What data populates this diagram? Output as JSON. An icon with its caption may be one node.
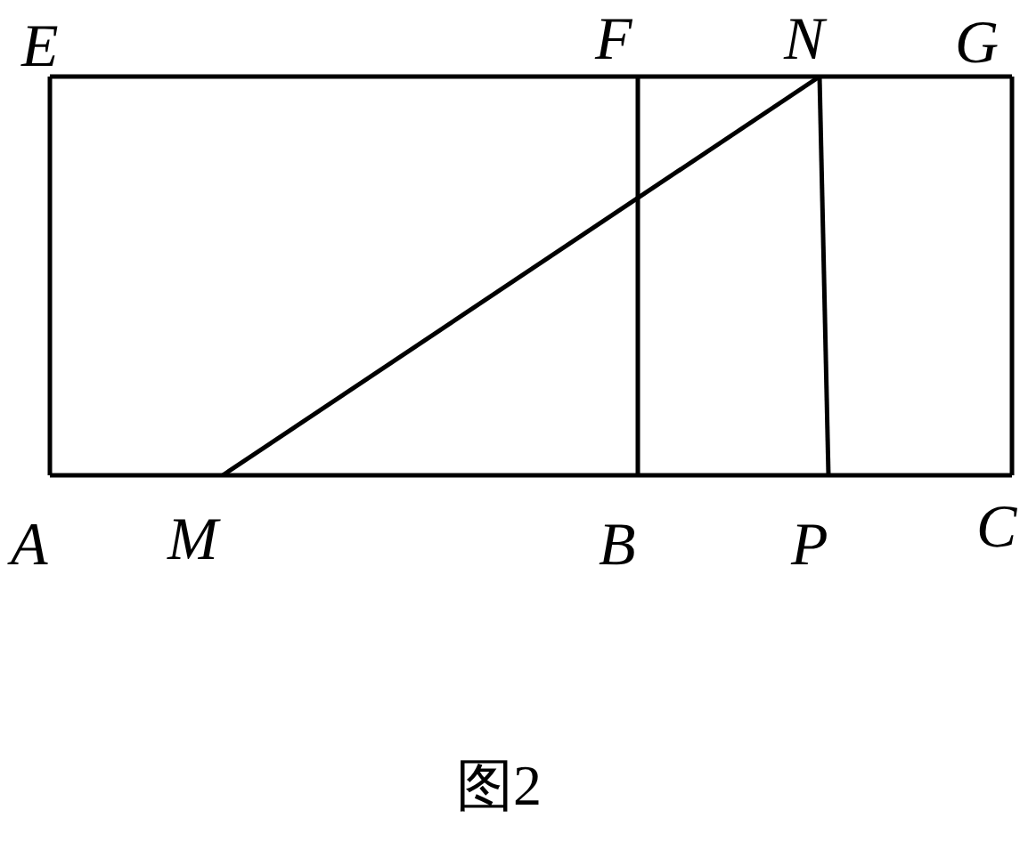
{
  "diagram": {
    "caption": "图2",
    "nodes": [
      {
        "text": [
          "E"
        ]
      },
      {
        "text": [
          "F"
        ]
      },
      {
        "text": [
          "N"
        ]
      },
      {
        "text": [
          "G"
        ]
      },
      {
        "text": [
          "A"
        ]
      },
      {
        "text": [
          "M"
        ]
      },
      {
        "text": [
          "B"
        ]
      },
      {
        "text": [
          "P"
        ]
      },
      {
        "text": [
          "C"
        ]
      }
    ],
    "edges": [
      {
        "from": 0,
        "to": 1,
        "arrow": "none"
      },
      {
        "from": 1,
        "to": 2,
        "arrow": "none"
      },
      {
        "from": 2,
        "to": 3,
        "arrow": "none"
      },
      {
        "from": 4,
        "to": 5,
        "arrow": "none"
      },
      {
        "from": 5,
        "to": 6,
        "arrow": "none"
      },
      {
        "from": 6,
        "to": 7,
        "arrow": "none"
      },
      {
        "from": 7,
        "to": 8,
        "arrow": "none"
      },
      {
        "from": 0,
        "to": 4,
        "arrow": "none"
      },
      {
        "from": 3,
        "to": 8,
        "arrow": "none"
      },
      {
        "from": 1,
        "to": 6,
        "arrow": "none"
      },
      {
        "from": 5,
        "to": 2,
        "arrow": "none"
      },
      {
        "from": 2,
        "to": 7,
        "arrow": "none"
      }
    ]
  }
}
